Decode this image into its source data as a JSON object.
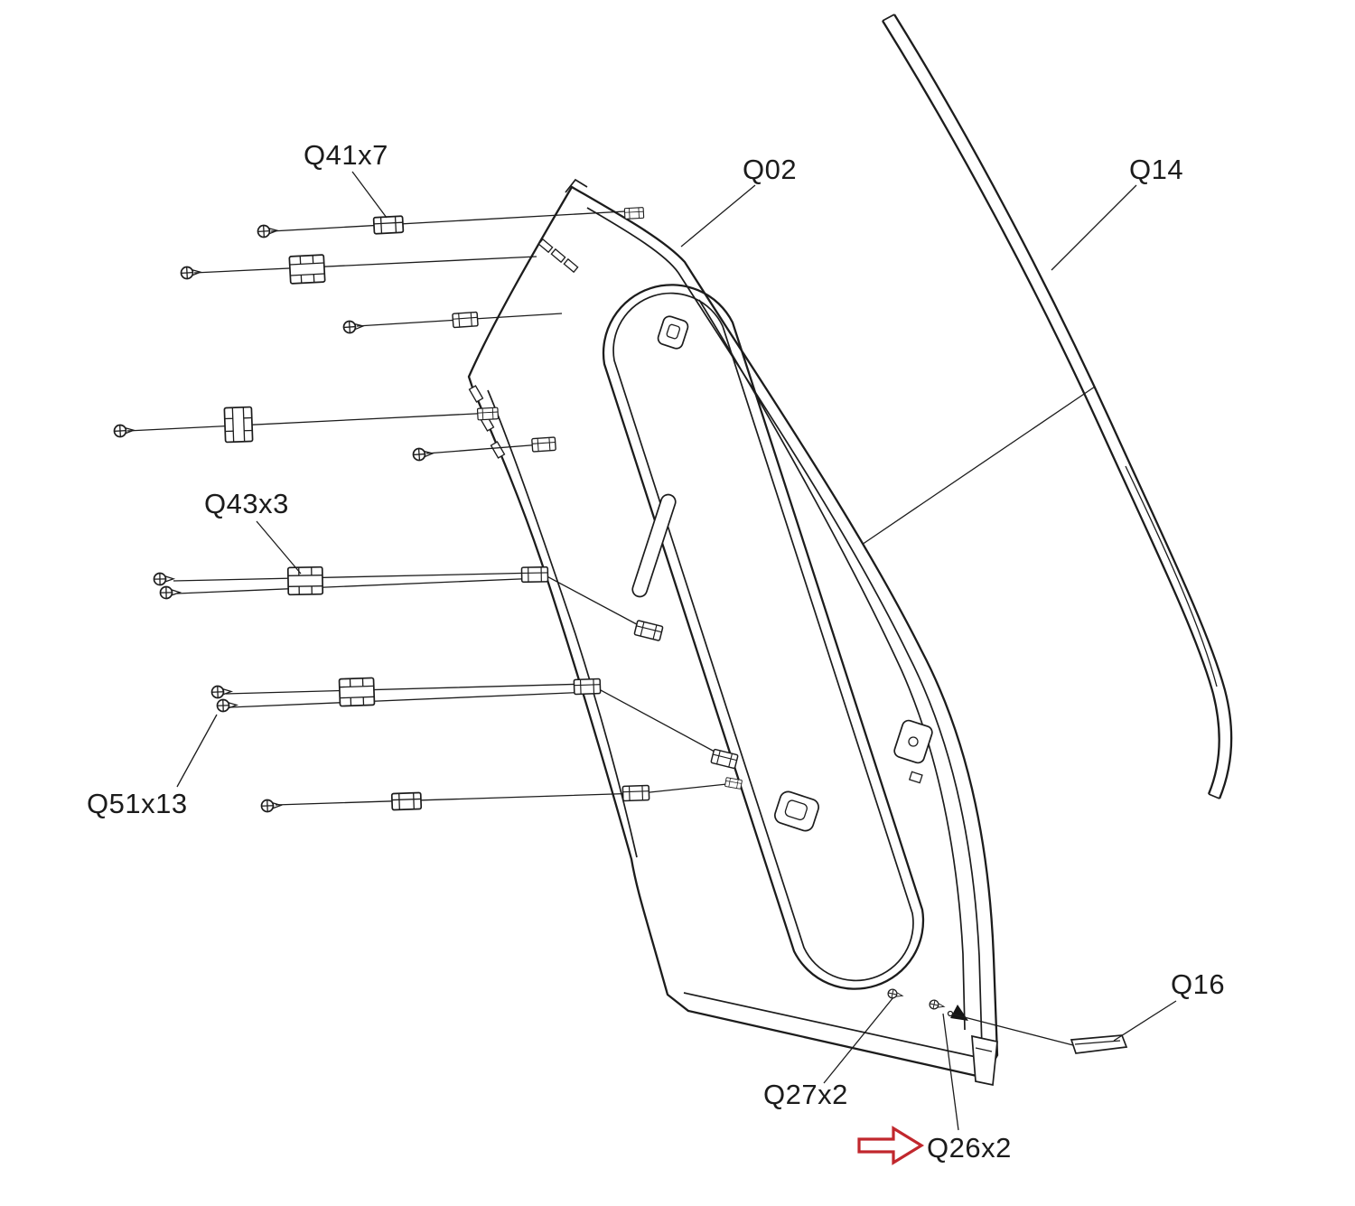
{
  "diagram": {
    "type": "exploded-parts-diagram",
    "subject": "door trim panel assembly with fasteners and window trim strip",
    "background_color": "#ffffff",
    "line_color": "#1c1c1c",
    "highlight_color": "#c1272d",
    "callouts": [
      {
        "id": "q41",
        "label": "Q41x7"
      },
      {
        "id": "q02",
        "label": "Q02"
      },
      {
        "id": "q14",
        "label": "Q14"
      },
      {
        "id": "q43",
        "label": "Q43x3"
      },
      {
        "id": "q51",
        "label": "Q51x13"
      },
      {
        "id": "q27",
        "label": "Q27x2"
      },
      {
        "id": "q26",
        "label": "Q26x2",
        "highlighted": true
      },
      {
        "id": "q16",
        "label": "Q16"
      }
    ]
  }
}
